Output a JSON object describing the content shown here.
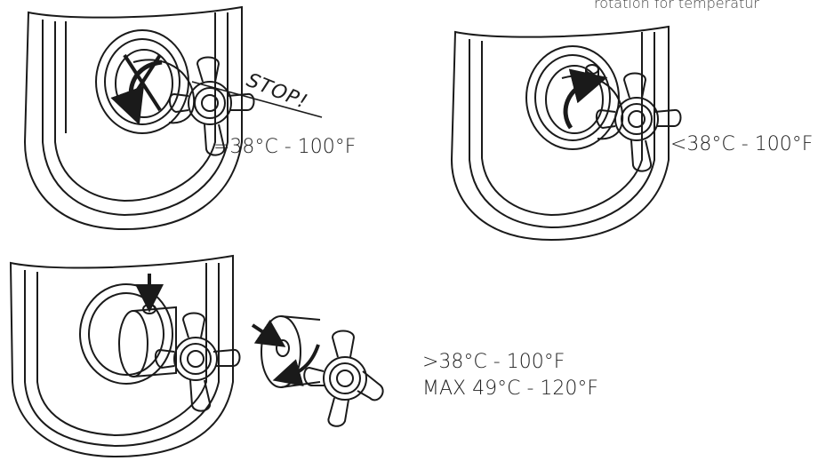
{
  "header_text": "rotation for temperatur",
  "panels": [
    {
      "label": "=38°C - 100°F",
      "warning": "STOP!"
    },
    {
      "label": "<38°C - 100°F"
    },
    {
      "label_line1": ">38°C - 100°F",
      "label_line2": "MAX 49°C - 120°F"
    }
  ],
  "icons": [
    "shower-valve-icon",
    "cross-handle-icon",
    "rotate-arrow-icon",
    "push-arrow-icon",
    "cross-mark-icon"
  ],
  "colors": {
    "line": "#1a1a1a",
    "background": "#ffffff"
  }
}
